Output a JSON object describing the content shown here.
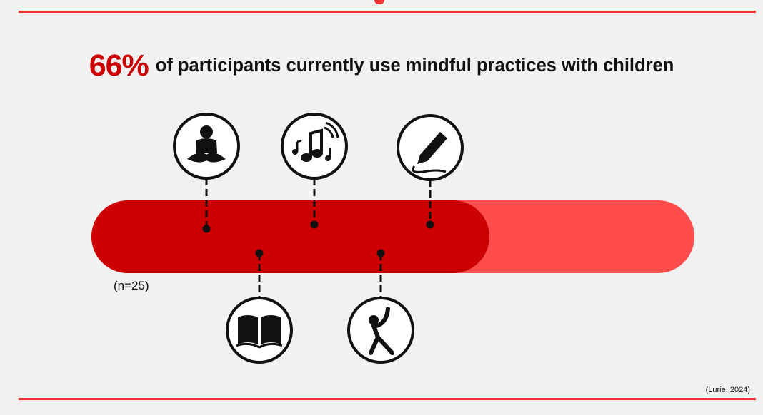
{
  "headline": {
    "percent": "66%",
    "text": "of participants currently use mindful practices with children"
  },
  "sample_label": "(n=25)",
  "citation": "(Lurie, 2024)",
  "colors": {
    "accent": "#cc0000",
    "bar_remaining": "#ff4d4d",
    "rule": "#ee3333",
    "ink": "#111111",
    "icon_bg": "#ffffff"
  },
  "icons_above": [
    "meditation-icon",
    "music-notes-icon",
    "pencil-writing-icon"
  ],
  "icons_below": [
    "open-book-icon",
    "stretching-person-icon"
  ],
  "chart_data": {
    "type": "bar",
    "orientation": "horizontal",
    "title": "66% of participants currently use mindful practices with children",
    "series": [
      {
        "name": "use mindful practices",
        "value": 66
      },
      {
        "name": "remaining",
        "value": 34
      }
    ],
    "value_range": [
      0,
      100
    ],
    "n": 25
  }
}
